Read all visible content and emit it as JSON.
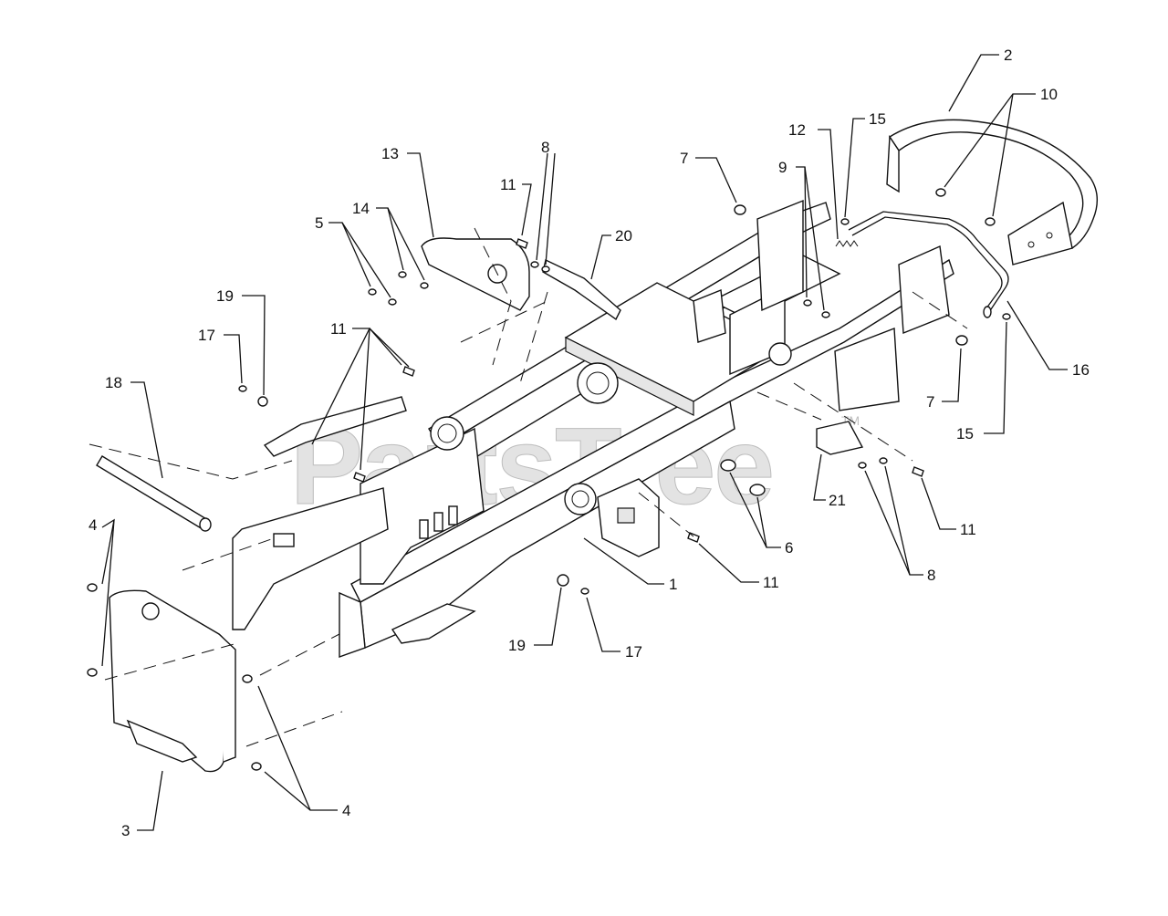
{
  "watermark": {
    "text": "PartsTree",
    "mark": "TM"
  },
  "callouts": {
    "c1": "1",
    "c2": "2",
    "c3": "3",
    "c4a": "4",
    "c4b": "4",
    "c5": "5",
    "c6": "6",
    "c7a": "7",
    "c7b": "7",
    "c8a": "8",
    "c8b": "8",
    "c9": "9",
    "c10": "10",
    "c11a": "11",
    "c11b": "11",
    "c11c": "11",
    "c11d": "11",
    "c12": "12",
    "c13": "13",
    "c14": "14",
    "c15a": "15",
    "c15b": "15",
    "c16": "16",
    "c17a": "17",
    "c17b": "17",
    "c18": "18",
    "c19a": "19",
    "c19b": "19",
    "c20": "20",
    "c21": "21"
  }
}
